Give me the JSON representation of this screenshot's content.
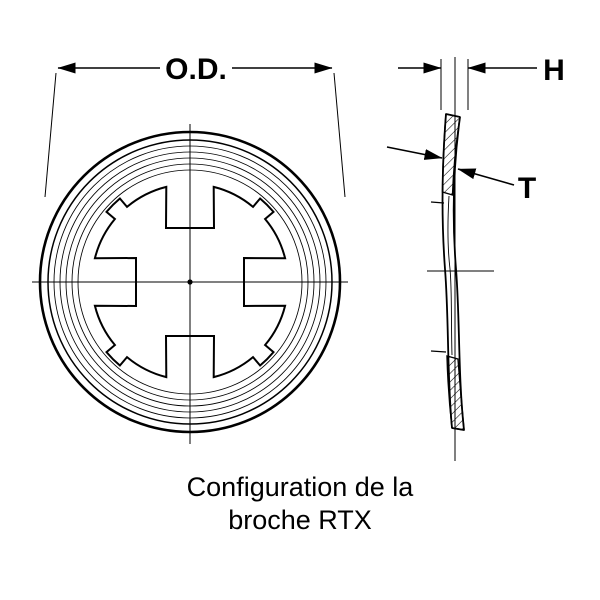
{
  "front_view": {
    "od_label": "O.D."
  },
  "side_view": {
    "h_label": "H",
    "t_label": "T"
  },
  "caption": {
    "line1": "Configuration de la",
    "line2": "broche RTX"
  },
  "colors": {
    "line": "#000000",
    "background": "#ffffff"
  }
}
